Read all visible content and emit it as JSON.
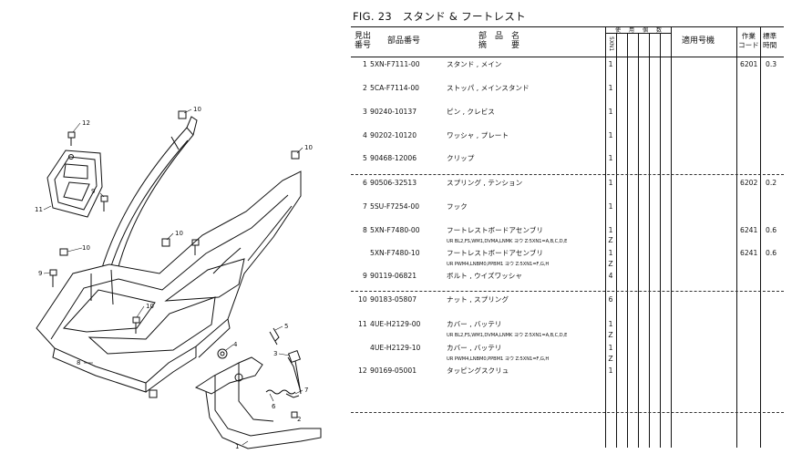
{
  "figure": {
    "title": "FIG. 23　スタンド & フートレスト",
    "callouts": [
      "12",
      "10",
      "10",
      "11",
      "9",
      "10",
      "10",
      "10",
      "9",
      "8",
      "5",
      "4",
      "3",
      "7",
      "6",
      "2",
      "1"
    ]
  },
  "table": {
    "headers": {
      "ref_no": "見出\n番号",
      "part_no": "部品番号",
      "part_name": "部　品　名\n摘　　　要",
      "usage_label": "使　用　個　数",
      "usage_col1": "5XN1",
      "applicable_model": "適用号機",
      "work_code": "作業\nコード",
      "std_time": "標準\n時間"
    },
    "rows": [
      {
        "ref": "1",
        "part_no": "5XN-F7111-00",
        "name": "スタンド , メイン",
        "qty": "1",
        "work_code": "6201",
        "std_time": "0.3"
      },
      {
        "ref": "2",
        "part_no": "5CA-F7114-00",
        "name": "ストッパ , メインスタンド",
        "qty": "1",
        "work_code": "",
        "std_time": ""
      },
      {
        "ref": "3",
        "part_no": "90240-10137",
        "name": "ピン , クレビス",
        "qty": "1",
        "work_code": "",
        "std_time": ""
      },
      {
        "ref": "4",
        "part_no": "90202-10120",
        "name": "ワッシャ , プレート",
        "qty": "1",
        "work_code": "",
        "std_time": ""
      },
      {
        "ref": "5",
        "part_no": "90468-12006",
        "name": "クリップ",
        "qty": "1",
        "work_code": "",
        "std_time": ""
      },
      {
        "ref": "6",
        "part_no": "90506-32513",
        "name": "スプリング , テンション",
        "qty": "1",
        "work_code": "6202",
        "std_time": "0.2"
      },
      {
        "ref": "7",
        "part_no": "5SU-F7254-00",
        "name": "フック",
        "qty": "1",
        "work_code": "",
        "std_time": ""
      },
      {
        "ref": "8",
        "part_no": "5XN-F7480-00",
        "name": "フートレストボードアセンブリ",
        "qty": "1",
        "work_code": "6241",
        "std_time": "0.6",
        "sub_note": "UR BL2,FS,WM1,DVMA,LNMK ヨウ Z:5XN1=A,B,C,D,E",
        "sub_qty": "Z"
      },
      {
        "ref": "",
        "part_no": "5XN-F7480-10",
        "name": "フートレストボードアセンブリ",
        "qty": "1",
        "work_code": "6241",
        "std_time": "0.6",
        "sub_note": "UR PWM4,LNBM0,PPBM1 ヨウ Z:5XN1=F,G,H",
        "sub_qty": "Z"
      },
      {
        "ref": "9",
        "part_no": "90119-06821",
        "name": "ボルト , ウイズワッシャ",
        "qty": "4",
        "work_code": "",
        "std_time": ""
      },
      {
        "ref": "10",
        "part_no": "90183-05807",
        "name": "ナット , スプリング",
        "qty": "6",
        "work_code": "",
        "std_time": ""
      },
      {
        "ref": "11",
        "part_no": "4UE-H2129-00",
        "name": "カバー , バッテリ",
        "qty": "1",
        "work_code": "",
        "std_time": "",
        "sub_note": "UR BL2,FS,WM1,DVMA,LNMK ヨウ Z:5XN1=A,B,C,D,E",
        "sub_qty": "Z"
      },
      {
        "ref": "",
        "part_no": "4UE-H2129-10",
        "name": "カバー , バッテリ",
        "qty": "1",
        "work_code": "",
        "std_time": "",
        "sub_note": "UR PWM4,LNBM0,PPBM1 ヨウ Z:5XN1=F,G,H",
        "sub_qty": "Z"
      },
      {
        "ref": "12",
        "part_no": "90169-05001",
        "name": "タッピングスクリュ",
        "qty": "1",
        "work_code": "",
        "std_time": ""
      }
    ]
  }
}
